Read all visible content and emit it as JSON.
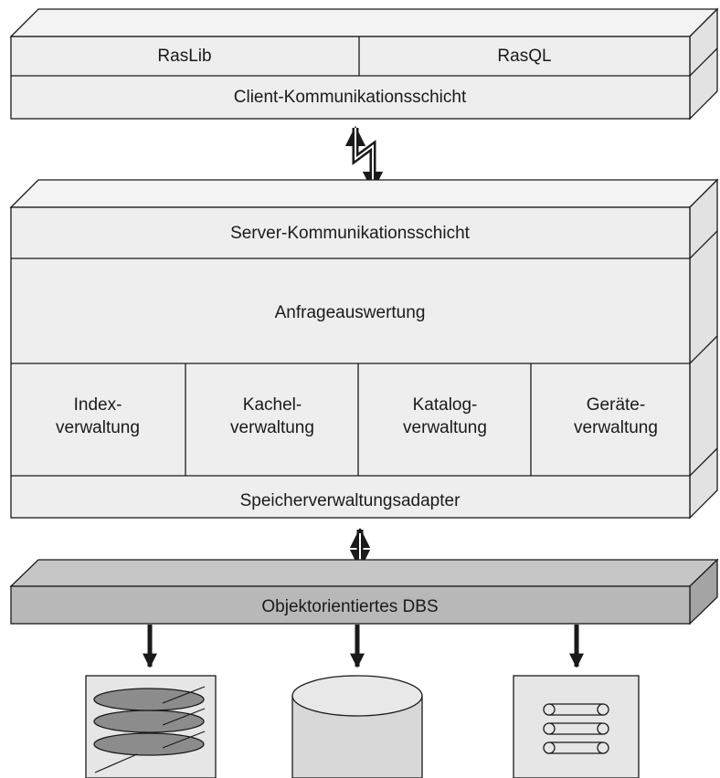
{
  "client": {
    "rasLib": "RasLib",
    "rasQL": "RasQL",
    "communicationLayer": "Client-Kommunikationsschicht"
  },
  "server": {
    "communicationLayer": "Server-Kommunikationsschicht",
    "queryEvaluation": "Anfrageauswertung",
    "modules": [
      {
        "line1": "Index-",
        "line2": "verwaltung"
      },
      {
        "line1": "Kachel-",
        "line2": "verwaltung"
      },
      {
        "line1": "Katalog-",
        "line2": "verwaltung"
      },
      {
        "line1": "Geräte-",
        "line2": "verwaltung"
      }
    ],
    "storageAdapter": "Speicherverwaltungsadapter"
  },
  "dbs": {
    "label": "Objektorientiertes DBS"
  },
  "devices": [
    {
      "icon": "disk-platter-stack-icon"
    },
    {
      "icon": "database-cylinder-icon"
    },
    {
      "icon": "tape-reel-icon"
    }
  ],
  "colors": {
    "box": "#eeeeee",
    "boxSide": "#e2e2e2",
    "dbs": "#b8b8b8",
    "dbsTop": "#c6c6c6",
    "dbsSide": "#a4a4a4",
    "platter": "#8c8c8c",
    "line": "#1a1a1a"
  }
}
